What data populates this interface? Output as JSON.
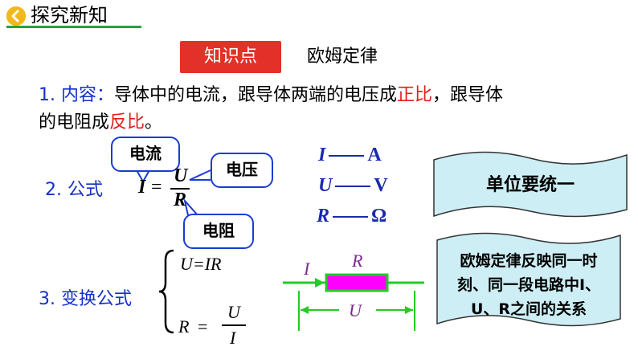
{
  "header": {
    "title": "探究新知"
  },
  "knowledge_point": {
    "badge": "知识点",
    "name": "欧姆定律"
  },
  "content": {
    "label": "1. 内容：",
    "text_a": "导体中的电流，跟导体两端的电压成",
    "highlight_a": "正比",
    "text_b": "，跟导体",
    "text_c": "的电阻成",
    "highlight_b": "反比",
    "text_d": "。"
  },
  "formula": {
    "label": "2. 公式",
    "lhs": "I",
    "eq": "=",
    "numerator": "U",
    "denominator": "R",
    "bubble_current": "电流",
    "bubble_voltage": "电压",
    "bubble_resistance": "电阻"
  },
  "units": [
    {
      "symbol": "I",
      "unit": "A"
    },
    {
      "symbol": "U",
      "unit": "V"
    },
    {
      "symbol": "R",
      "unit": "Ω"
    }
  ],
  "unit_note": "单位要统一",
  "transform": {
    "label": "3. 变换公式",
    "formula_1": "U=IR",
    "formula_2_lhs": "R",
    "formula_2_eq": "=",
    "formula_2_num": "U",
    "formula_2_den": "I"
  },
  "circuit": {
    "current": "I",
    "resistor": "R",
    "voltage": "U"
  },
  "law_note": {
    "line1": "欧姆定律反映同一时",
    "line2": "刻、同一段电路中I、",
    "line3": "U、R之间的关系"
  },
  "colors": {
    "accent_red": "#e33028",
    "text_blue": "#1530c8",
    "header_green": "#2e9e3c",
    "resistor_magenta": "#ff00ff",
    "wire_green": "#22cc22",
    "card_fill": "#cdeef4"
  }
}
